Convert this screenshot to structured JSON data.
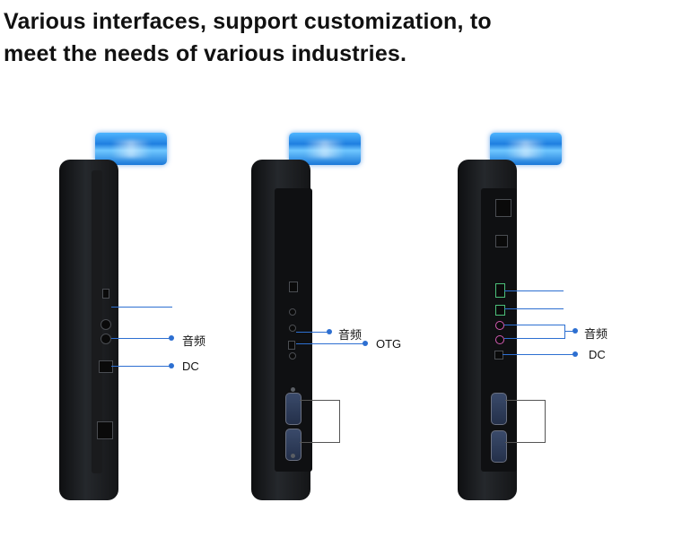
{
  "headline": {
    "line1": "Various interfaces, support customization, to",
    "line2": "meet the needs of various industries."
  },
  "colors": {
    "accent_blue": "#2d6fd1",
    "tag_blue": "#1f7fe0",
    "device_black": "#141517"
  },
  "devices": [
    {
      "labels": {
        "first": "音频",
        "second": "DC"
      }
    },
    {
      "labels": {
        "first": "音频",
        "second": "OTG"
      }
    },
    {
      "labels": {
        "first": "音频",
        "second": "DC"
      }
    }
  ]
}
